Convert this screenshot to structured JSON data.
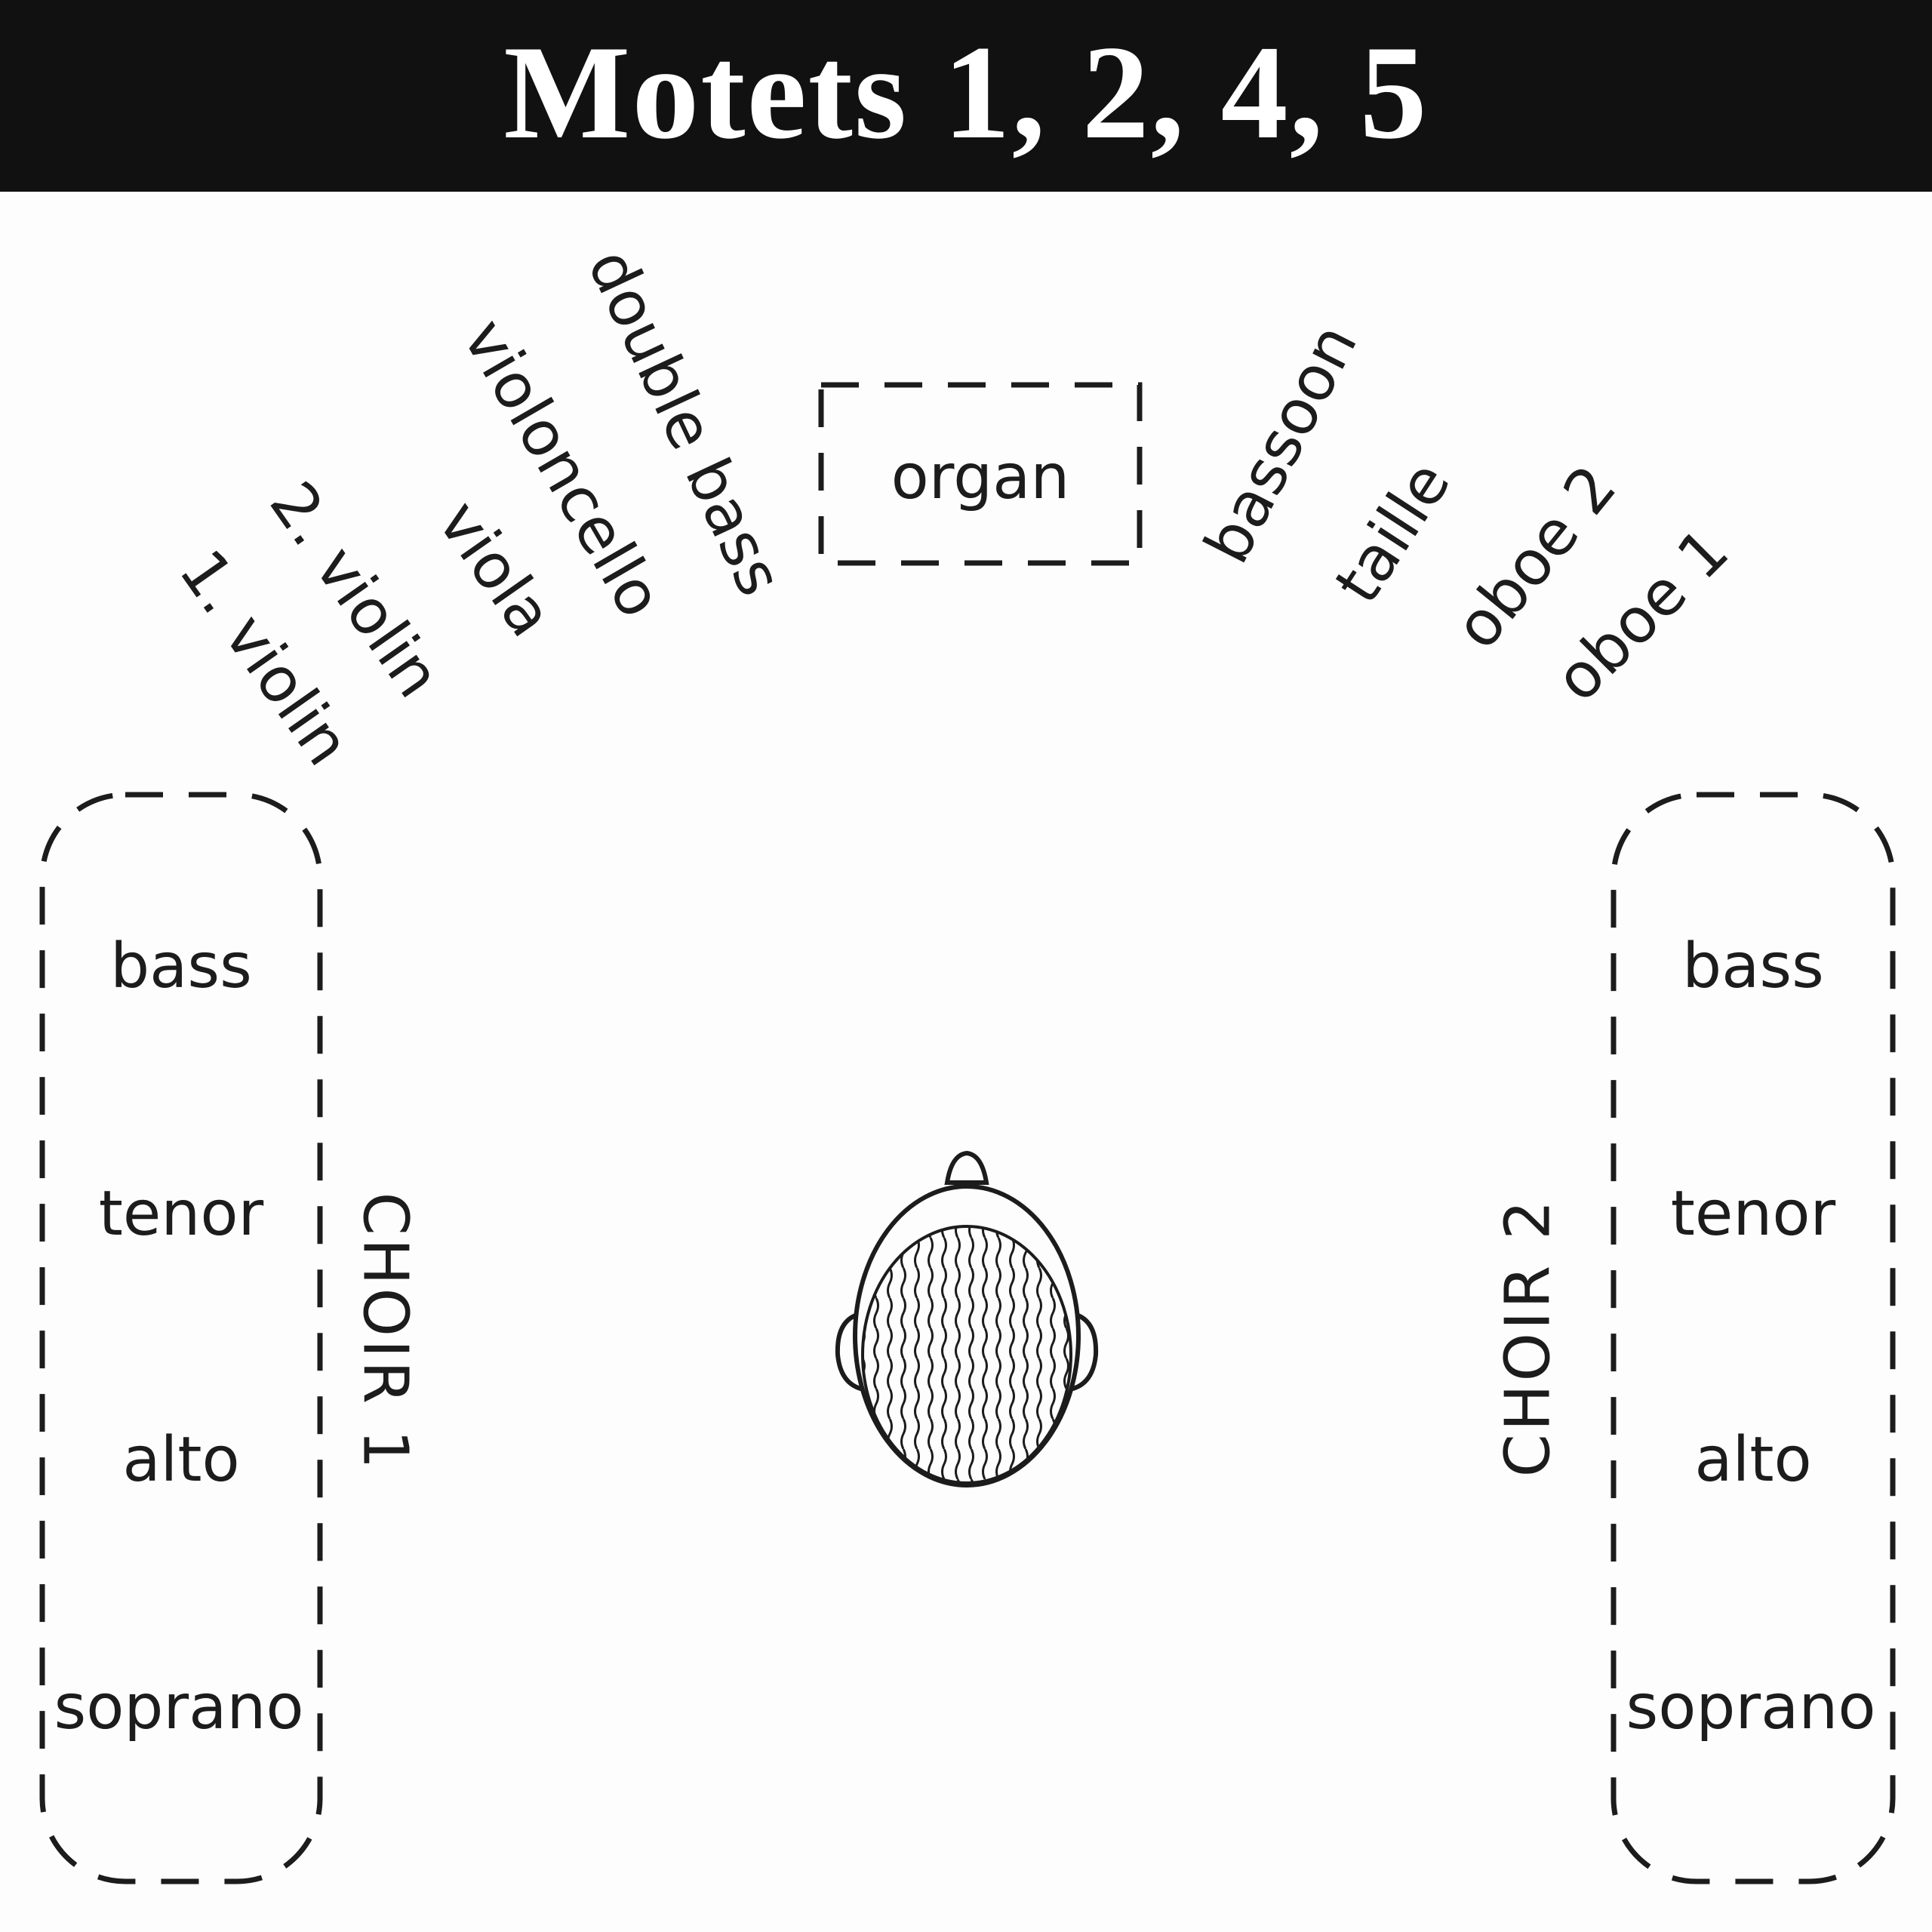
{
  "title": "Motets 1, 2, 4, 5",
  "organ": {
    "label": "organ"
  },
  "strings": [
    "1. violin",
    "2. violin",
    "viola",
    "violoncello",
    "double bass"
  ],
  "winds": [
    "bassoon",
    "taille",
    "oboe 2",
    "oboe 1"
  ],
  "choir1": {
    "label": "CHOIR 1",
    "voices": [
      "bass",
      "tenor",
      "alto",
      "soprano"
    ]
  },
  "choir2": {
    "label": "CHOIR 2",
    "voices": [
      "bass",
      "tenor",
      "alto",
      "soprano"
    ]
  },
  "conductor": {
    "icon": "conductor-head-icon"
  }
}
